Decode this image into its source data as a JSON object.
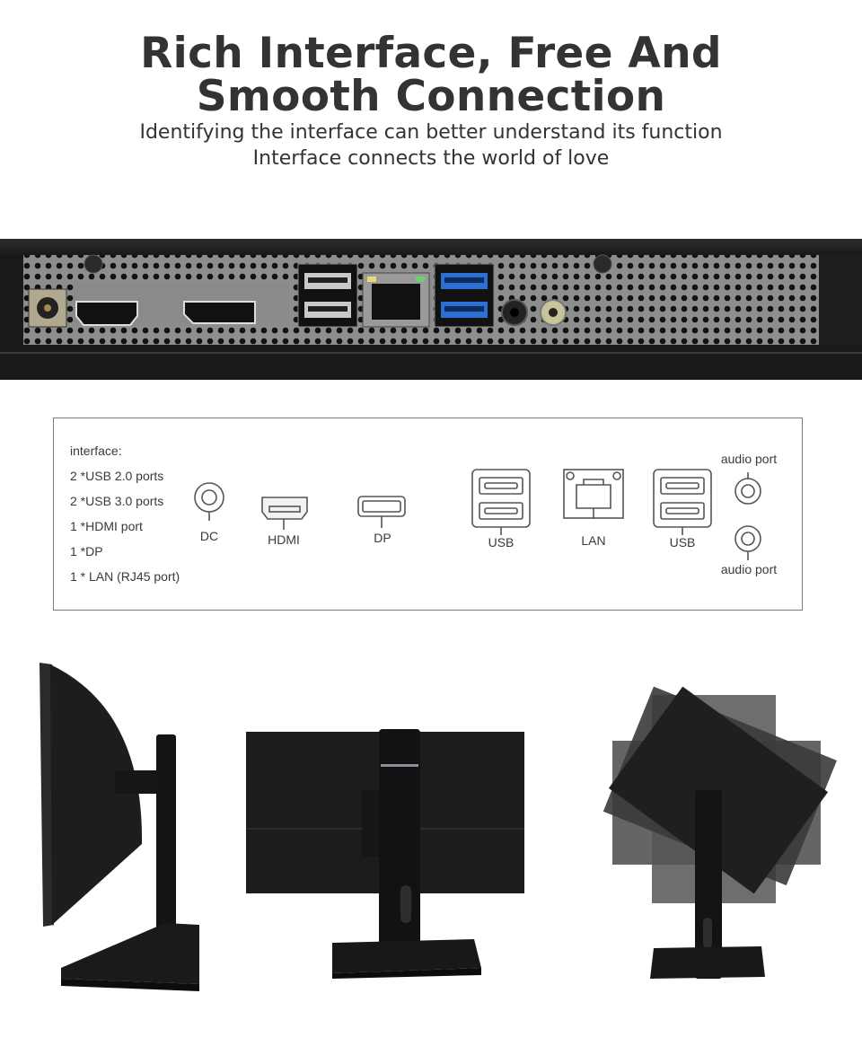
{
  "hero": {
    "title_line1": "Rich Interface, Free And",
    "title_line2": "Smooth Connection",
    "subtitle_line1": "Identifying the interface can better understand its function",
    "subtitle_line2": "Interface connects the world of love"
  },
  "diagram": {
    "spec_heading": "interface:",
    "spec_items": [
      "2 *USB 2.0 ports",
      "2 *USB 3.0 ports",
      "1 *HDMI port",
      "1 *DP",
      "1 * LAN (RJ45 port)"
    ],
    "labels": {
      "dc": "DC",
      "hdmi": "HDMI",
      "dp": "DP",
      "usb_left": "USB",
      "lan": "LAN",
      "usb_right": "USB",
      "audio_top": "audio port",
      "audio_bottom": "audio port"
    }
  },
  "colors": {
    "usb3_blue": "#2a6fd6",
    "audio_green": "#c8c49a",
    "panel_dark": "#1c1c1c"
  }
}
